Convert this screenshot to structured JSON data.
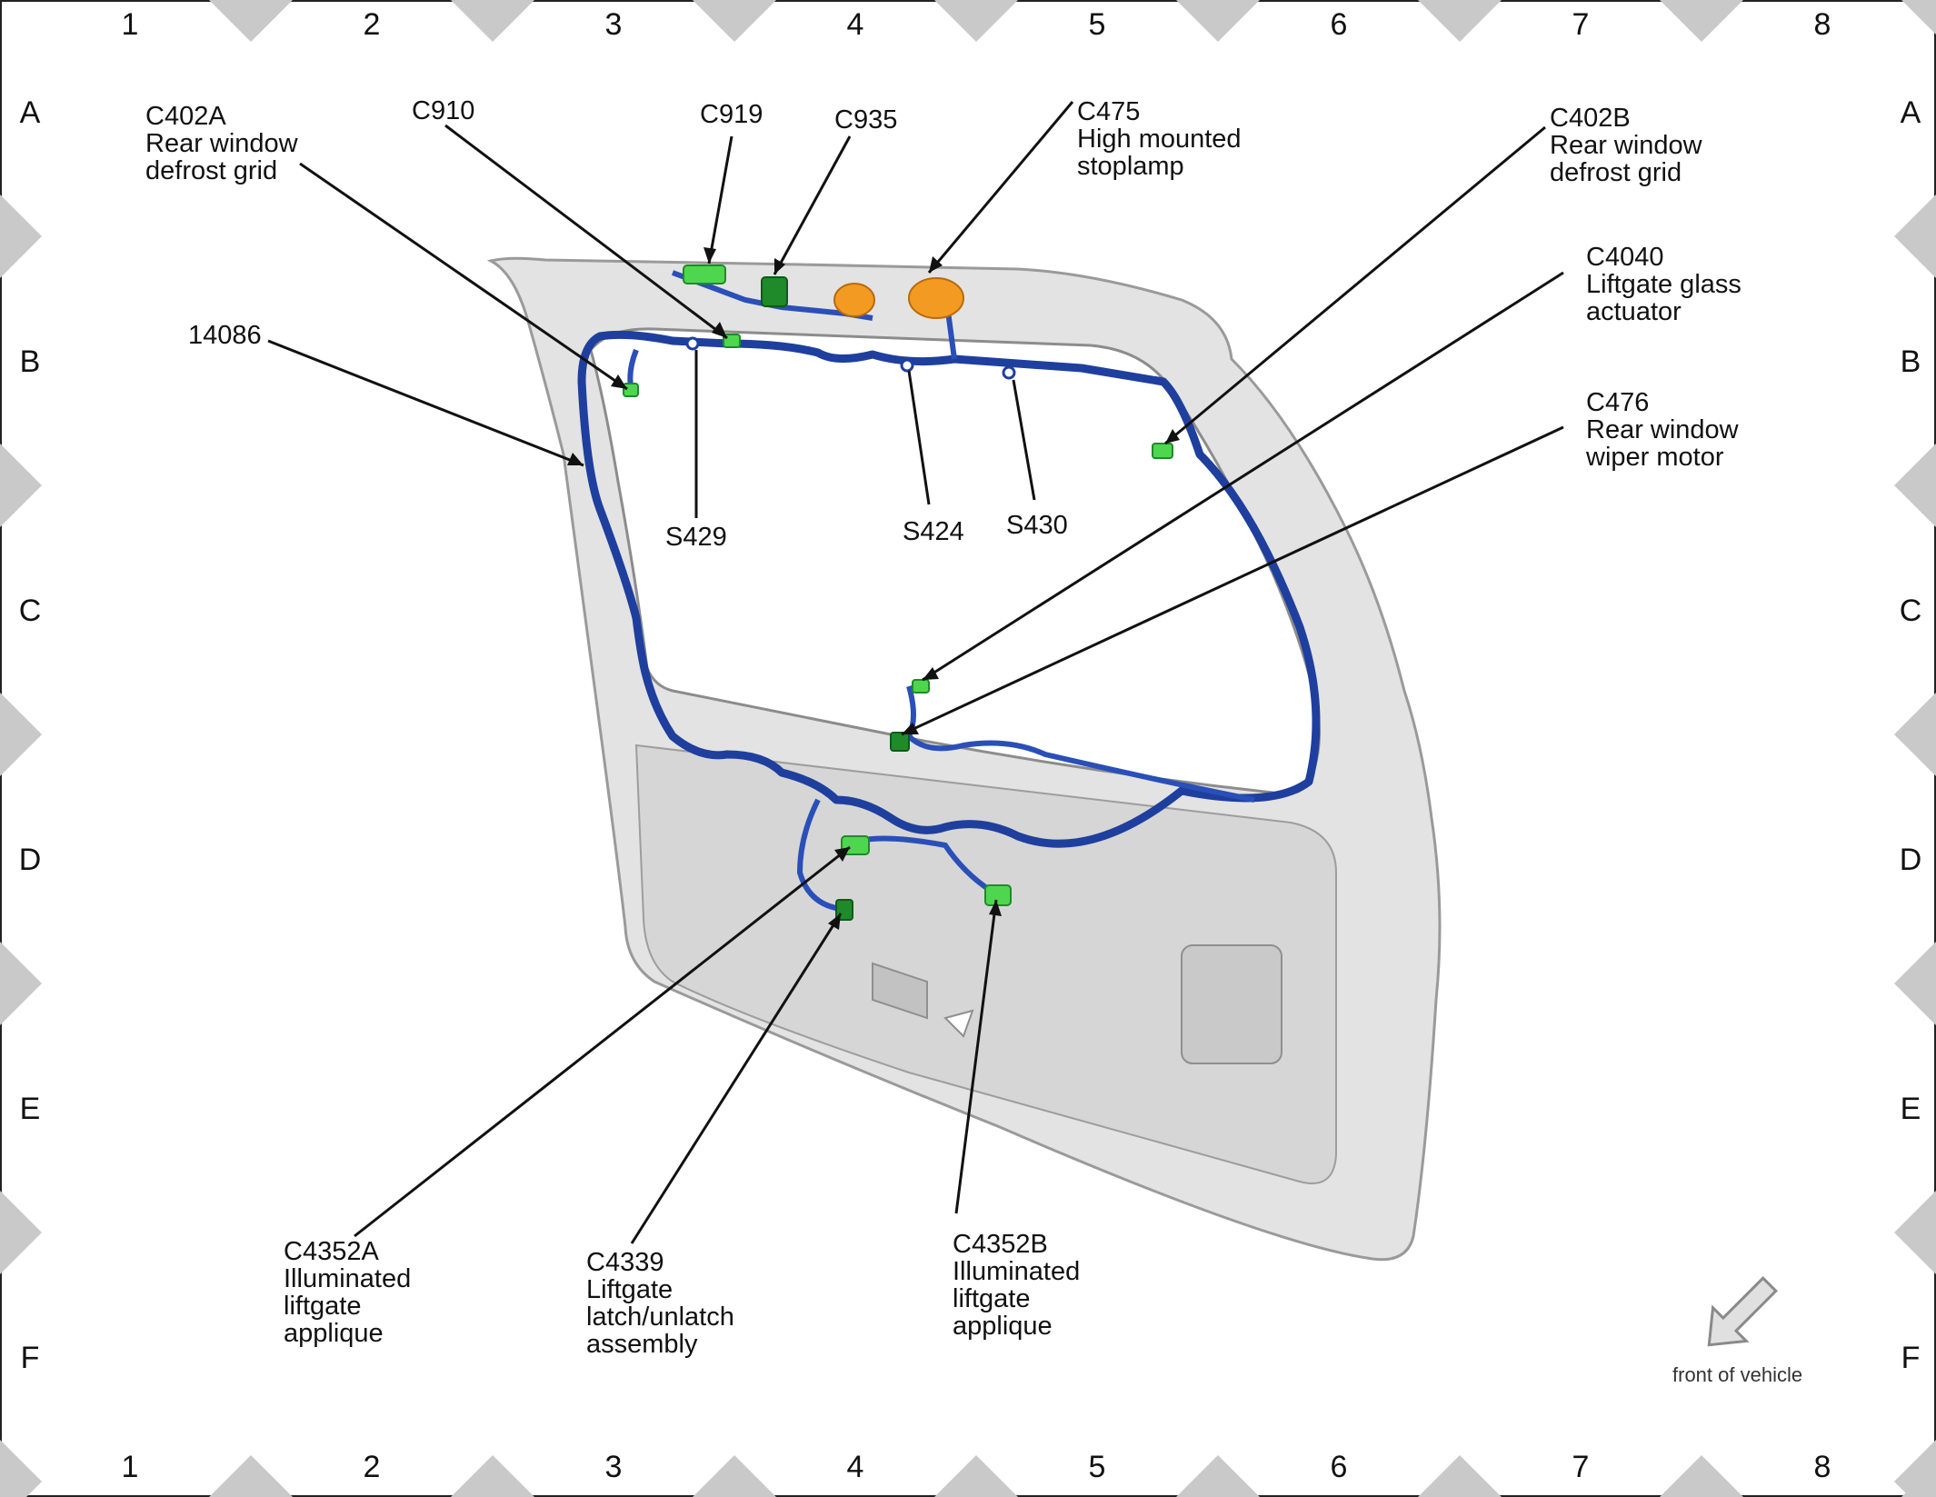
{
  "grid": {
    "columns": [
      "1",
      "2",
      "3",
      "4",
      "5",
      "6",
      "7",
      "8"
    ],
    "rows": [
      "A",
      "B",
      "C",
      "D",
      "E",
      "F"
    ]
  },
  "colors": {
    "harness": "#2a4fb8",
    "harness_dark": "#132a78",
    "connector": "#4fd64f",
    "connector_dark": "#1f8a2a",
    "stoplamp": "#f39a22",
    "panel": "#e3e3e3",
    "marker": "#c9c9c9"
  },
  "callouts": [
    {
      "id": "C402A",
      "lines": [
        "C402A",
        "Rear window",
        "defrost grid"
      ]
    },
    {
      "id": "C910",
      "lines": [
        "C910"
      ]
    },
    {
      "id": "C919",
      "lines": [
        "C919"
      ]
    },
    {
      "id": "C935",
      "lines": [
        "C935"
      ]
    },
    {
      "id": "C475",
      "lines": [
        "C475",
        "High mounted",
        "stoplamp"
      ]
    },
    {
      "id": "C402B",
      "lines": [
        "C402B",
        "Rear window",
        "defrost grid"
      ]
    },
    {
      "id": "C4040",
      "lines": [
        "C4040",
        "Liftgate glass",
        "actuator"
      ]
    },
    {
      "id": "C476",
      "lines": [
        "C476",
        "Rear window",
        "wiper motor"
      ]
    },
    {
      "id": "14086",
      "lines": [
        "14086"
      ]
    },
    {
      "id": "S429",
      "lines": [
        "S429"
      ]
    },
    {
      "id": "S424",
      "lines": [
        "S424"
      ]
    },
    {
      "id": "S430",
      "lines": [
        "S430"
      ]
    },
    {
      "id": "C4352A",
      "lines": [
        "C4352A",
        "Illuminated",
        "liftgate",
        "applique"
      ]
    },
    {
      "id": "C4339",
      "lines": [
        "C4339",
        "Liftgate",
        "latch/unlatch",
        "assembly"
      ]
    },
    {
      "id": "C4352B",
      "lines": [
        "C4352B",
        "Illuminated",
        "liftgate",
        "applique"
      ]
    }
  ],
  "orientation": {
    "label": "front of vehicle",
    "icon": "arrow-icon"
  }
}
